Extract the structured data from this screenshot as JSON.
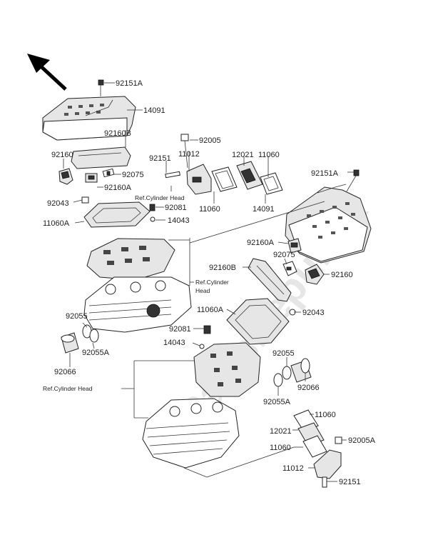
{
  "labels": {
    "p92151A_top": "92151A",
    "p14091_top": "14091",
    "p92160B_top": "92160B",
    "p92005": "92005",
    "p11012_top": "11012",
    "p12021_top": "12021",
    "p11060_top": "11060",
    "p92160_left": "92160",
    "p92151_top": "92151",
    "p92075_left": "92075",
    "p92160A_left": "92160A",
    "ref_head_1": "Ref.Cylinder Head",
    "p11060_mid": "11060",
    "p14091_right": "14091",
    "p92151A_right": "92151A",
    "p92043_left": "92043",
    "p92081_top": "92081",
    "p11060A_left": "11060A",
    "p14043_top": "14043",
    "p92160A_right": "92160A",
    "p92075_right": "92075",
    "p92160B_right": "92160B",
    "p92160_right": "92160",
    "ref_head_2_line1": "Ref.Cylinder",
    "ref_head_2_line2": "Head",
    "p92055_left": "92055",
    "p11060A_right": "11060A",
    "p92043_right": "92043",
    "p92055A_left": "92055A",
    "p92081_bottom": "92081",
    "p14043_bottom": "14043",
    "p92066_left": "92066",
    "p92055_right": "92055",
    "ref_head_3": "Ref.Cylinder Head",
    "p92066_right": "92066",
    "p92055A_right": "92055A",
    "p11060_bottom1": "11060",
    "p12021_bottom": "12021",
    "p92005A": "92005A",
    "p11060_bottom2": "11060",
    "p11012_bottom": "11012",
    "p92151_bottom": "92151"
  },
  "watermark": "PartsRepublik"
}
